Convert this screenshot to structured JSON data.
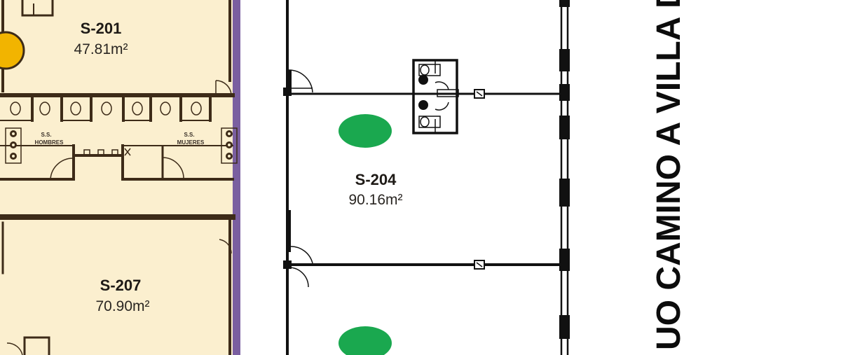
{
  "rooms": {
    "s201": {
      "name": "S-201",
      "area": "47.81m²"
    },
    "s204": {
      "name": "S-204",
      "area": "90.16m²"
    },
    "s207": {
      "name": "S-207",
      "area": "70.90m²"
    }
  },
  "restrooms": {
    "men": [
      "S.S.",
      "HOMBRES"
    ],
    "women": [
      "S.S.",
      "MUJERES"
    ]
  },
  "street_label": "UO CAMINO A VILLA DE",
  "colors": {
    "highlighted_area": "#fbefcf",
    "wall": "#3d2b18",
    "divider": "#7a5fa0",
    "available_marker": "#1aa84f",
    "other_marker": "#f2b400"
  }
}
